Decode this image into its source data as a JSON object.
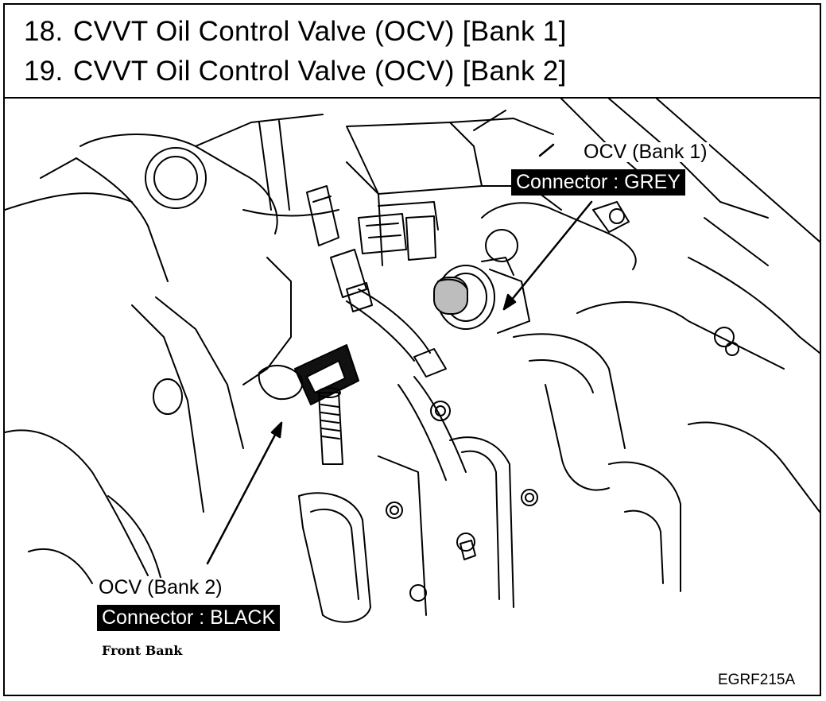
{
  "header": {
    "items": [
      {
        "number": "18.",
        "text": "CVVT Oil Control Valve (OCV) [Bank 1]"
      },
      {
        "number": "19.",
        "text": "CVVT Oil Control Valve (OCV) [Bank 2]"
      }
    ]
  },
  "callouts": {
    "bank1": {
      "title": "OCV (Bank 1)",
      "connector": "Connector : GREY"
    },
    "bank2": {
      "title": "OCV (Bank 2)",
      "connector": "Connector : BLACK"
    },
    "front_bank": "Front Bank"
  },
  "figure_code": "EGRF215A",
  "colors": {
    "line": "#000000",
    "valve_fill": "#bdbdbd",
    "connector_fill": "#111111",
    "background": "#ffffff"
  }
}
